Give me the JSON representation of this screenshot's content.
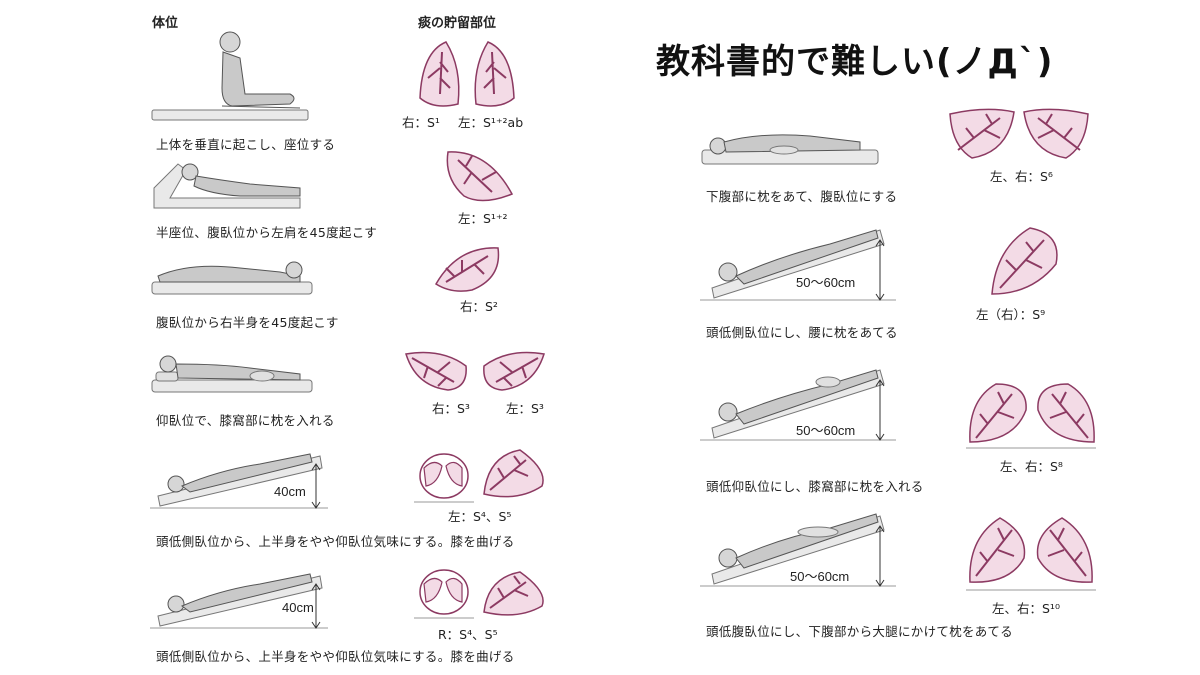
{
  "title": "教科書的で難しい(ノД`)",
  "left_header": {
    "position": "体位",
    "retention": "痰の貯留部位"
  },
  "left_rows": [
    {
      "label": "上体を垂直に起こし、座位する",
      "captions": [
        "右：S¹",
        "左：S¹⁺²ab"
      ]
    },
    {
      "label": "半座位、腹臥位から左肩を45度起こす",
      "captions": [
        "左：S¹⁺²"
      ]
    },
    {
      "label": "腹臥位から右半身を45度起こす",
      "captions": [
        "右：S²"
      ]
    },
    {
      "label": "仰臥位で、膝窩部に枕を入れる",
      "captions": [
        "右：S³",
        "左：S³"
      ]
    },
    {
      "label": "頭低側臥位から、上半身をやや仰臥位気味にする。膝を曲げる",
      "captions": [
        "左：S⁴、S⁵"
      ],
      "height": "40cm"
    },
    {
      "label": "頭低側臥位から、上半身をやや仰臥位気味にする。膝を曲げる",
      "captions": [
        "R：S⁴、S⁵"
      ],
      "height": "40cm"
    }
  ],
  "right_rows": [
    {
      "label": "下腹部に枕をあて、腹臥位にする",
      "caption": "左、右：S⁶"
    },
    {
      "label": "頭低側臥位にし、腰に枕をあてる",
      "caption": "左（右）：S⁹",
      "height": "50～60cm"
    },
    {
      "label": "頭低仰臥位にし、膝窩部に枕を入れる",
      "caption": "左、右：S⁸",
      "height": "50～60cm"
    },
    {
      "label": "頭低腹臥位にし、下腹部から大腿にかけて枕をあてる",
      "caption": "左、右：S¹⁰",
      "height": "50～60cm"
    }
  ],
  "colors": {
    "lung_fill": "#f3dbe6",
    "lung_stroke": "#8c3a62",
    "bed": "#e9e9e9",
    "body": "#c9c9c9"
  }
}
